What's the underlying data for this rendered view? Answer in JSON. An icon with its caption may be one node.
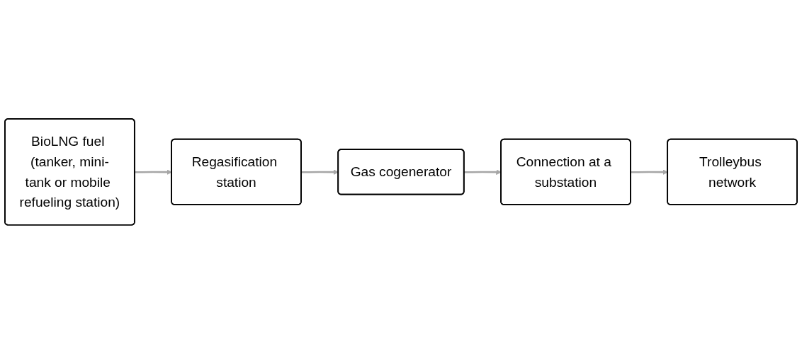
{
  "diagram": {
    "nodes": [
      {
        "text": [
          "BioLNG fuel (tanker, mini-tank or mobile refueling station)"
        ]
      },
      {
        "text": [
          "Regasification station"
        ]
      },
      {
        "text": [
          "Gas cogenerator"
        ]
      },
      {
        "text": [
          "Connection at a substation"
        ]
      },
      {
        "text": [
          "Trolleybus network"
        ]
      }
    ],
    "edges": [
      {
        "from": 0,
        "to": 1,
        "arrow": "to"
      },
      {
        "from": 1,
        "to": 2,
        "arrow": "to"
      },
      {
        "from": 2,
        "to": 3,
        "arrow": "to"
      },
      {
        "from": 3,
        "to": 4,
        "arrow": "to"
      }
    ]
  }
}
